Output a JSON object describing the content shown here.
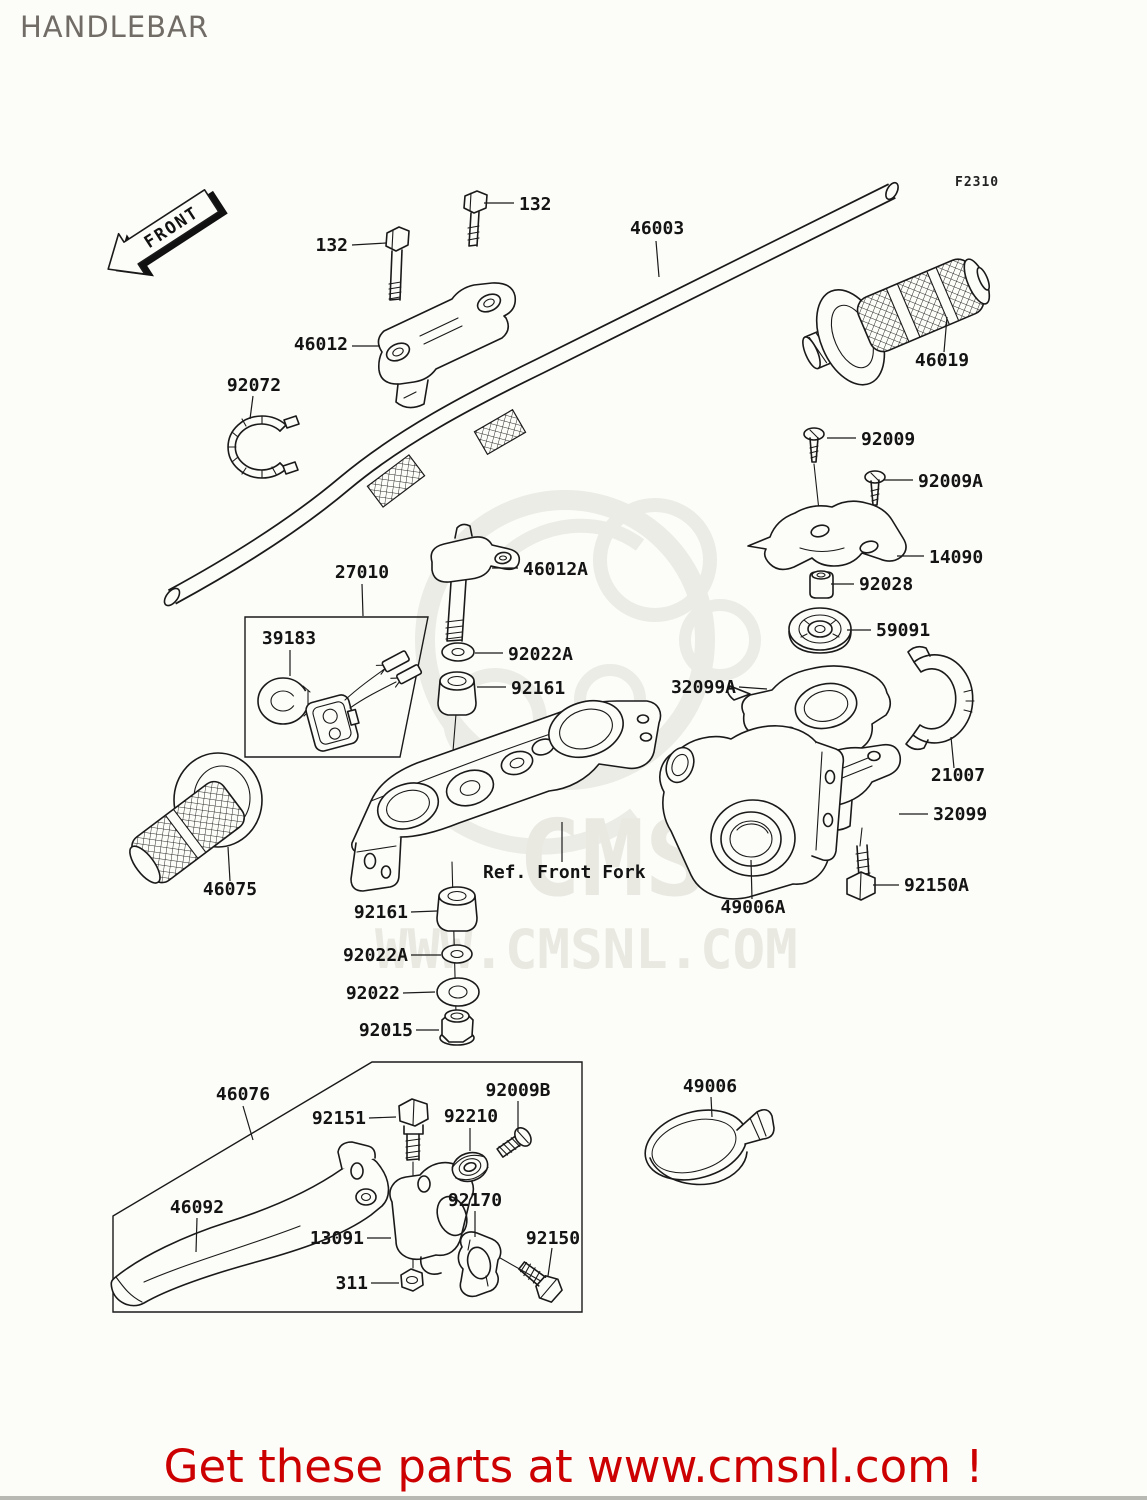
{
  "page": {
    "title": "HANDLEBAR",
    "diagram_code": "F2310",
    "front_marker": "FRONT",
    "footer_text": "Get these parts at www.cmsnl.com !",
    "watermark": {
      "logo_text": "CMS",
      "url_text": "WWW.CMSNL.COM"
    },
    "colors": {
      "background": "#fcfcf8",
      "line_black": "#1a1a1a",
      "title_gray": "#716d66",
      "footer_red": "#cc0000",
      "watermark_gray": "#ecece6"
    }
  },
  "labels": [
    {
      "id": "132-left",
      "text": "132"
    },
    {
      "id": "132-top",
      "text": "132"
    },
    {
      "id": "46003",
      "text": "46003"
    },
    {
      "id": "46012",
      "text": "46012"
    },
    {
      "id": "92072",
      "text": "92072"
    },
    {
      "id": "46019",
      "text": "46019"
    },
    {
      "id": "92009",
      "text": "92009"
    },
    {
      "id": "92009A",
      "text": "92009A"
    },
    {
      "id": "14090",
      "text": "14090"
    },
    {
      "id": "92028",
      "text": "92028"
    },
    {
      "id": "59091",
      "text": "59091"
    },
    {
      "id": "27010",
      "text": "27010"
    },
    {
      "id": "46012A",
      "text": "46012A"
    },
    {
      "id": "39183",
      "text": "39183"
    },
    {
      "id": "92022A-upper",
      "text": "92022A"
    },
    {
      "id": "92161-upper",
      "text": "92161"
    },
    {
      "id": "32099A",
      "text": "32099A"
    },
    {
      "id": "21007",
      "text": "21007"
    },
    {
      "id": "32099",
      "text": "32099"
    },
    {
      "id": "92150A",
      "text": "92150A"
    },
    {
      "id": "49006A",
      "text": "49006A"
    },
    {
      "id": "46075",
      "text": "46075"
    },
    {
      "id": "ref-front-fork",
      "text": "Ref. Front Fork"
    },
    {
      "id": "92161-lower",
      "text": "92161"
    },
    {
      "id": "92022A-lower",
      "text": "92022A"
    },
    {
      "id": "92022",
      "text": "92022"
    },
    {
      "id": "92015",
      "text": "92015"
    },
    {
      "id": "46076",
      "text": "46076"
    },
    {
      "id": "92151",
      "text": "92151"
    },
    {
      "id": "92009B",
      "text": "92009B"
    },
    {
      "id": "92210",
      "text": "92210"
    },
    {
      "id": "92170",
      "text": "92170"
    },
    {
      "id": "46092",
      "text": "46092"
    },
    {
      "id": "13091",
      "text": "13091"
    },
    {
      "id": "311",
      "text": "311"
    },
    {
      "id": "92150",
      "text": "92150"
    },
    {
      "id": "49006",
      "text": "49006"
    }
  ]
}
